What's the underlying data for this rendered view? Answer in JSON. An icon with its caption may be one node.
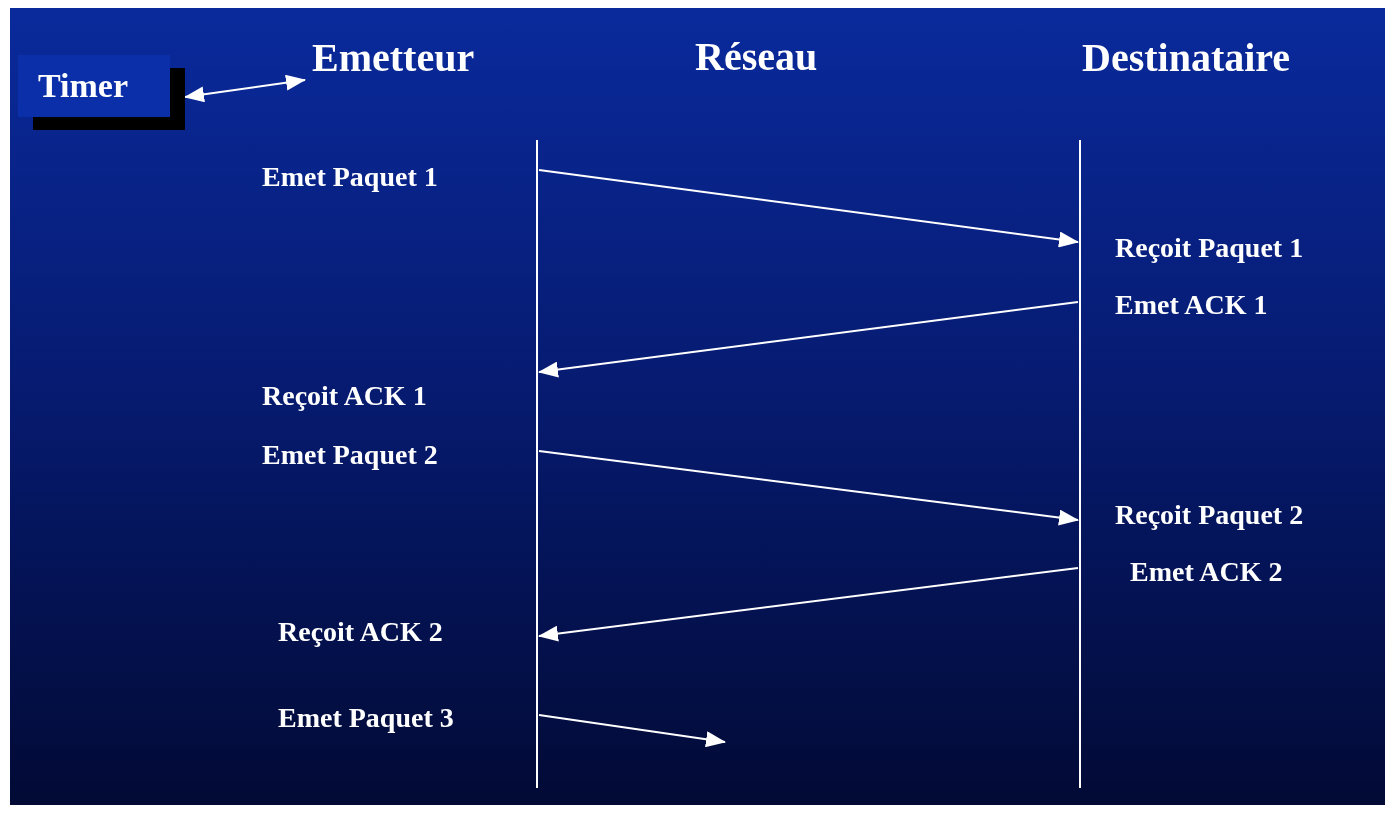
{
  "diagram": {
    "nodes": [
      {
        "text": [
          "Timer"
        ]
      },
      {
        "text": [
          "Emetteur"
        ]
      },
      {
        "text": [
          "Destinataire"
        ]
      }
    ],
    "edges": [
      {
        "from": 0,
        "to": 1,
        "arrow": "both"
      },
      {
        "from": 1,
        "to": 2,
        "arrow": "to"
      },
      {
        "from": 2,
        "to": 1,
        "arrow": "to"
      },
      {
        "from": 1,
        "to": 2,
        "arrow": "to"
      },
      {
        "from": 2,
        "to": 1,
        "arrow": "to"
      },
      {
        "from": 1,
        "to": null,
        "arrow": "to"
      }
    ],
    "labels": [
      "Réseau",
      "Emet Paquet 1",
      "Reçoit Paquet 1",
      "Emet ACK 1",
      "Reçoit ACK 1",
      "Emet Paquet 2",
      "Reçoit Paquet 2",
      "Emet ACK 2",
      "Reçoit ACK 2",
      "Emet Paquet 3"
    ]
  }
}
